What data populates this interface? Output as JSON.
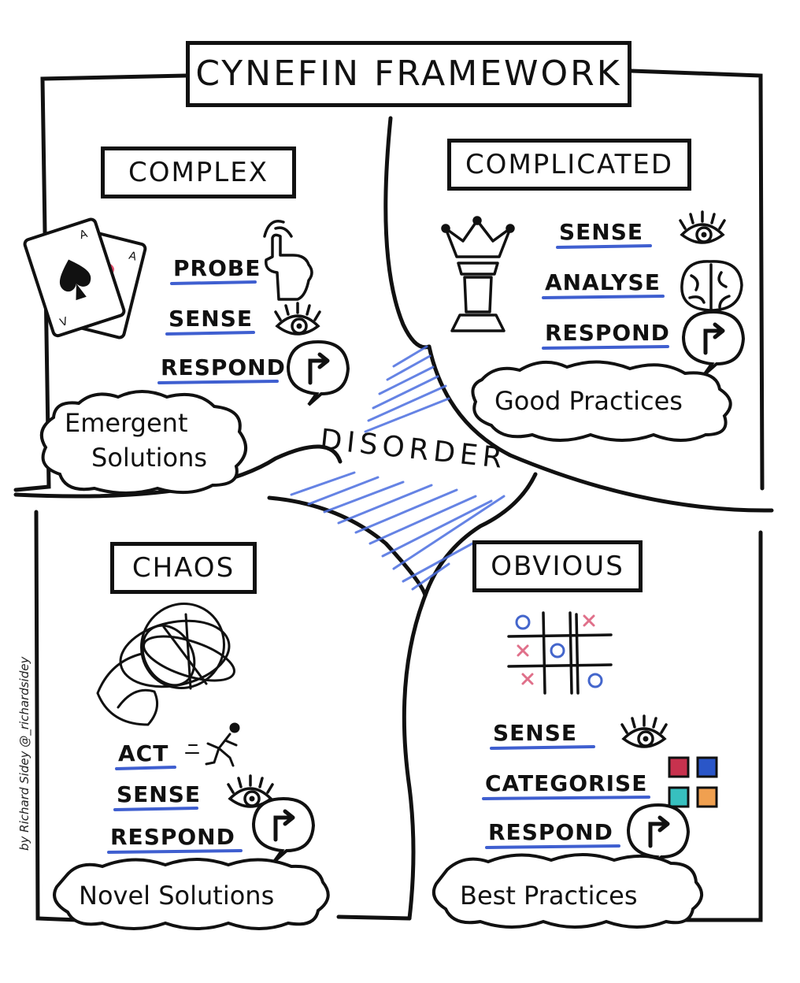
{
  "title": "CYNEFIN FRAMEWORK",
  "center": {
    "label": "DISORDER"
  },
  "domains": {
    "complex": {
      "name": "COMPLEX",
      "steps": [
        "PROBE",
        "SENSE",
        "RESPOND"
      ],
      "practice": [
        "Emergent",
        "Solutions"
      ]
    },
    "complicated": {
      "name": "COMPLICATED",
      "steps": [
        "SENSE",
        "ANALYSE",
        "RESPOND"
      ],
      "practice": [
        "Good Practices"
      ]
    },
    "chaos": {
      "name": "CHAOS",
      "steps": [
        "ACT",
        "SENSE",
        "RESPOND"
      ],
      "practice": [
        "Novel Solutions"
      ]
    },
    "obvious": {
      "name": "OBVIOUS",
      "steps": [
        "SENSE",
        "CATEGORISE",
        "RESPOND"
      ],
      "practice": [
        "Best Practices"
      ]
    }
  },
  "credit": "by Richard Sidey @_richardsidey",
  "colors": {
    "ink": "#111111",
    "underline": "#3f5fd0",
    "hatch": "#4b6ee0",
    "heart": "#e2506e",
    "tictac_o": "#4466cc",
    "tictac_x": "#e0708a",
    "swatch_1": "#c8324e",
    "swatch_2": "#2a56c8",
    "swatch_3": "#37c0bf",
    "swatch_4": "#f0a050"
  },
  "icons": [
    "spade-card-icon",
    "hand-icon",
    "eye-icon",
    "speech-arrow-icon",
    "crown-chess-icon",
    "brain-icon",
    "scribble-icon",
    "running-figure-icon",
    "tic-tac-toe-icon",
    "color-swatches-icon"
  ]
}
